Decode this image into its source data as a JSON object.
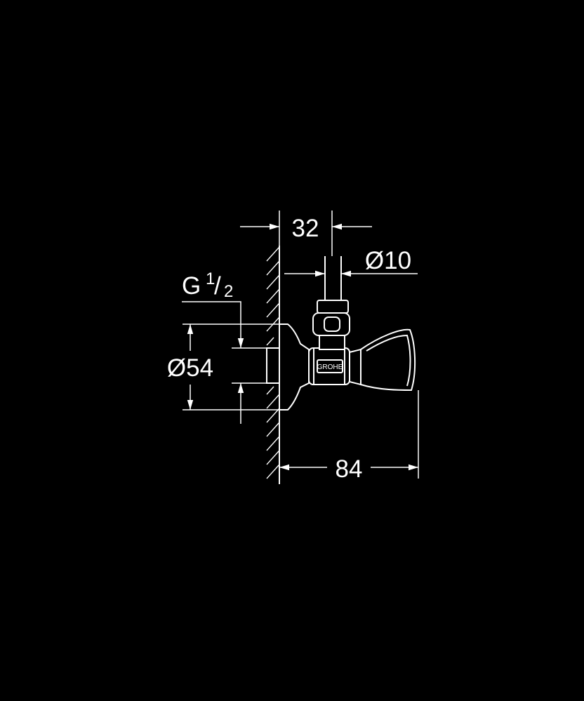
{
  "colors": {
    "background": "#000000",
    "line": "#ffffff"
  },
  "dimensions": {
    "outlet_offset": "32",
    "outlet_diameter": "Ø10",
    "thread_letter": "G",
    "thread_numerator": "1",
    "thread_slash": "/",
    "thread_denominator": "2",
    "flange_diameter": "Ø54",
    "overall_depth": "84"
  },
  "brand": {
    "logo_text": "GROHE"
  }
}
